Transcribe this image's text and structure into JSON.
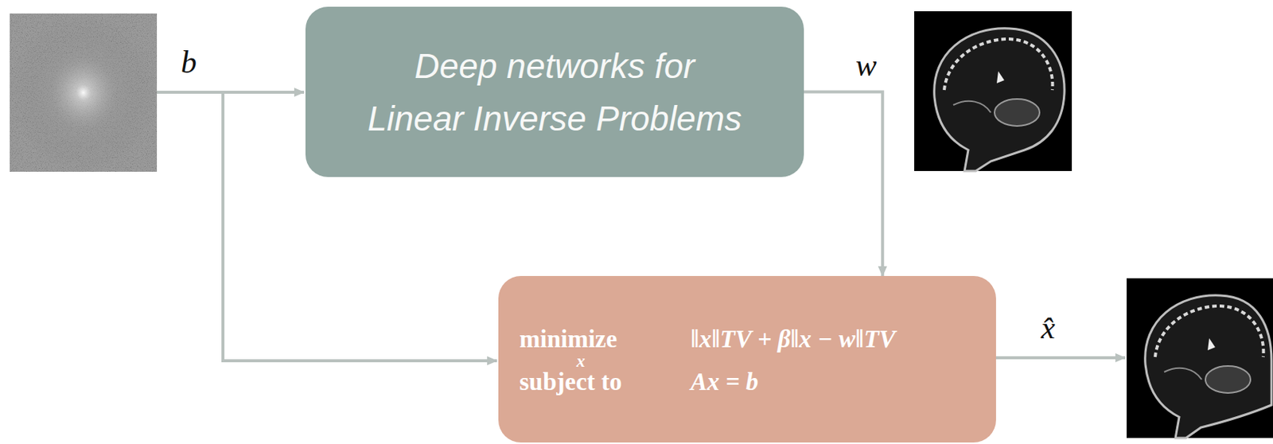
{
  "diagram": {
    "nodes": [
      {
        "text": [
          "Deep networks for Linear Inverse Problems"
        ]
      },
      {
        "text": [
          "minimize",
          "x",
          "‖x‖TV + β‖x − w‖TV",
          "subject to",
          "Ax = b"
        ]
      }
    ],
    "edges": [
      {
        "from": 0,
        "to": 1,
        "arrow": "to"
      }
    ],
    "labels": [
      "b",
      "w",
      "x̂"
    ]
  }
}
